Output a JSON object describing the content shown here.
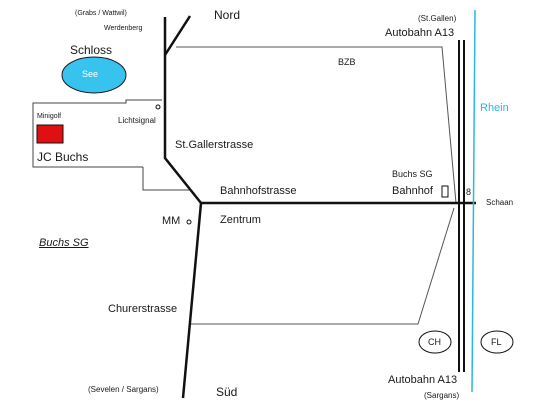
{
  "map": {
    "place_name": "Buchs SG",
    "north": {
      "direction": "Nord",
      "destination": "(Grabs / Wattwil)",
      "locality": "Werdenberg"
    },
    "south": {
      "direction": "Süd",
      "destination": "(Sevelen / Sargans)"
    },
    "landmarks": {
      "castle": "Schloss",
      "lake": "See",
      "minigolf": "Minigolf",
      "club": "JC Buchs",
      "traffic_light": "Lichtsignal",
      "bzb": "BZB",
      "mm": "MM",
      "center": "Zentrum",
      "station_town": "Buchs SG",
      "station": "Bahnhof"
    },
    "streets": {
      "st_galler": "St.Gallerstrasse",
      "bahnhof": "Bahnhofstrasse",
      "churer": "Churerstrasse"
    },
    "motorway": {
      "north_dest": "(St.Gallen)",
      "north_name": "Autobahn A13",
      "south_name": "Autobahn A13",
      "south_dest": "(Sargans)",
      "exit_number": "8"
    },
    "river": "Rhein",
    "east_destination": "Schaan",
    "countries": {
      "west": "CH",
      "east": "FL"
    },
    "colors": {
      "road": "#111111",
      "outline": "#555555",
      "river": "#2ab6e6",
      "lake": "#38c2ee",
      "club_marker": "#e01010"
    }
  }
}
